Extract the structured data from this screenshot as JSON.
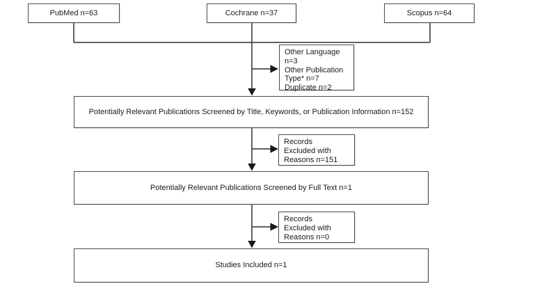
{
  "diagram": {
    "title": "Literature screening flow diagram",
    "colors": {
      "background": "#ffffff",
      "box_border": "#4a4a4a",
      "text": "#1a1a1a",
      "connector": "#2e2e2e"
    },
    "source_boxes": [
      {
        "label": "PubMed n=63"
      },
      {
        "label": "Cochrane n=37"
      },
      {
        "label": "Scopus n=64"
      }
    ],
    "stage_boxes": [
      {
        "label": "Potentially Relevant Publications Screened by Title, Keywords, or Publication Information n=152"
      },
      {
        "label": "Potentially Relevant Publications Screened by Full Text n=1"
      },
      {
        "label": "Studies Included n=1"
      }
    ],
    "exclusion_boxes": [
      {
        "text": "Other Language\nn=3\nOther Publication\nType* n=7\nDuplicate n=2"
      },
      {
        "text": "Records\nExcluded with\nReasons n=151"
      },
      {
        "text": "Records\nExcluded with\nReasons n=0"
      }
    ]
  }
}
